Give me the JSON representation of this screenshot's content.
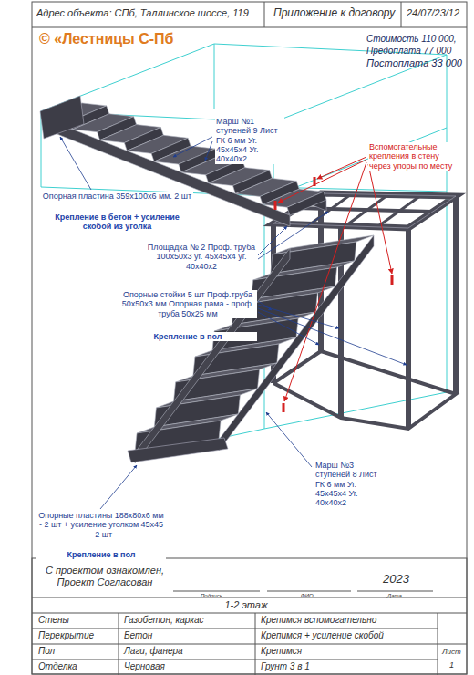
{
  "diagram": {
    "labels": [
      "Адрес объекта: СПб, Таллинское шоссе, 119",
      "Приложение к договору",
      "24/07/23/12",
      "© «Лестницы С-Пб",
      "Стоимость 110 000,",
      "Предоплата 77 000",
      "Постоплата 33 000",
      "Марш №1 ступеней 9 Лист ГК 6 мм Уг. 45х45х4 Уг. 40х40х2",
      "Вспомогательные крепления в стену через упоры по месту",
      "Опорная пластина 359х100х6 мм. 2 шт",
      "Крепление в бетон + усиление скобой из уголка",
      "Площадка № 2 Проф. труба 100х50х3 уг. 45х45х4 уг. 40х40х2",
      "Опорные стойки 5 шт Проф.труба 50х50х3 мм Опорная рама - проф. труба 50х25 мм",
      "Крепление в пол",
      "Марш №3 ступеней 8 Лист ГК 6 мм Уг. 45х45х4 Уг. 40х40х2",
      "Опорные пластины 188х80х6 мм - 2 шт + усиление уголком 45х45 - 2 шт",
      "Крепление в пол",
      "С проектом ознакомлен, Проект Согласован",
      "Подпись",
      "ФИО",
      "Дата",
      "2023",
      "1-2 этаж",
      "Стены",
      "Газобетон, каркас",
      "Крепимся вспомогательно",
      "Перекрытие",
      "Бетон",
      "Крепимся + усиление скобой",
      "Пол",
      "Лаги, фанера",
      "Крепимся",
      "Отделка",
      "Черновая",
      "Грунт 3 в 1",
      "Лист",
      "1"
    ]
  }
}
